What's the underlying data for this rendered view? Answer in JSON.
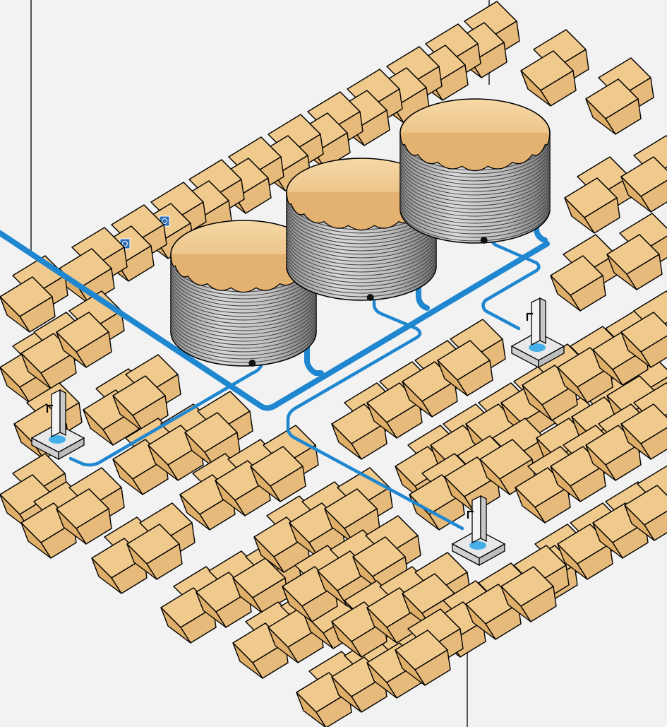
{
  "scene": {
    "kind": "isometric illustration",
    "colors": {
      "background": "#f2f2f2",
      "pipe": "#1f86d0",
      "tent_roof": "#f0c98d",
      "tent_side": "#dfae68",
      "tank_lid": "#f0c98d",
      "tank_wall": "#9a9a9a",
      "water": "#44aee8",
      "tap_stand": "#e8e8e8"
    },
    "icons": [
      "unhcr-logo-icon",
      "water-tap-icon"
    ],
    "components": {
      "tanks": 3,
      "tap_stands": 3,
      "branded_tents": 2
    }
  }
}
